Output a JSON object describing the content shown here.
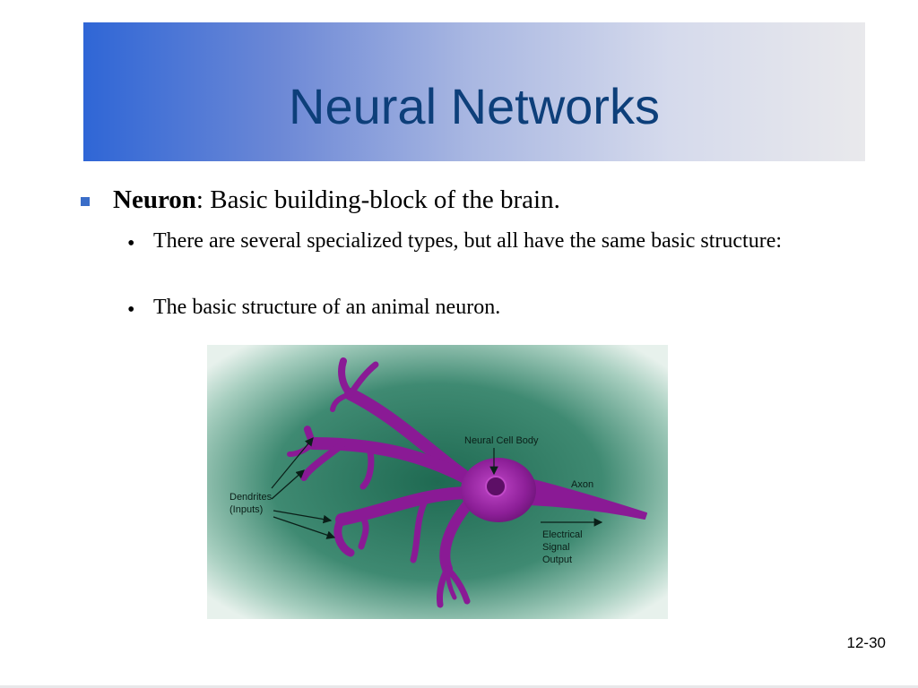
{
  "slide": {
    "title": "Neural Networks",
    "main_bullet": {
      "term": "Neuron",
      "text": ": Basic building-block of the brain."
    },
    "sub_bullets": [
      {
        "text": "There are several specialized types, but all have the same basic structure:"
      },
      {
        "text": "The basic structure of an animal neuron."
      }
    ],
    "page_number": "12-30"
  },
  "figure": {
    "labels": {
      "cell_body": "Neural Cell Body",
      "axon": "Axon",
      "dendrites_line1": "Dendrites",
      "dendrites_line2": "(Inputs)",
      "output_line1": "Electrical",
      "output_line2": "Signal",
      "output_line3": "Output"
    },
    "colors": {
      "neuron": "#8a1a95",
      "background": "#2b7a63"
    }
  }
}
